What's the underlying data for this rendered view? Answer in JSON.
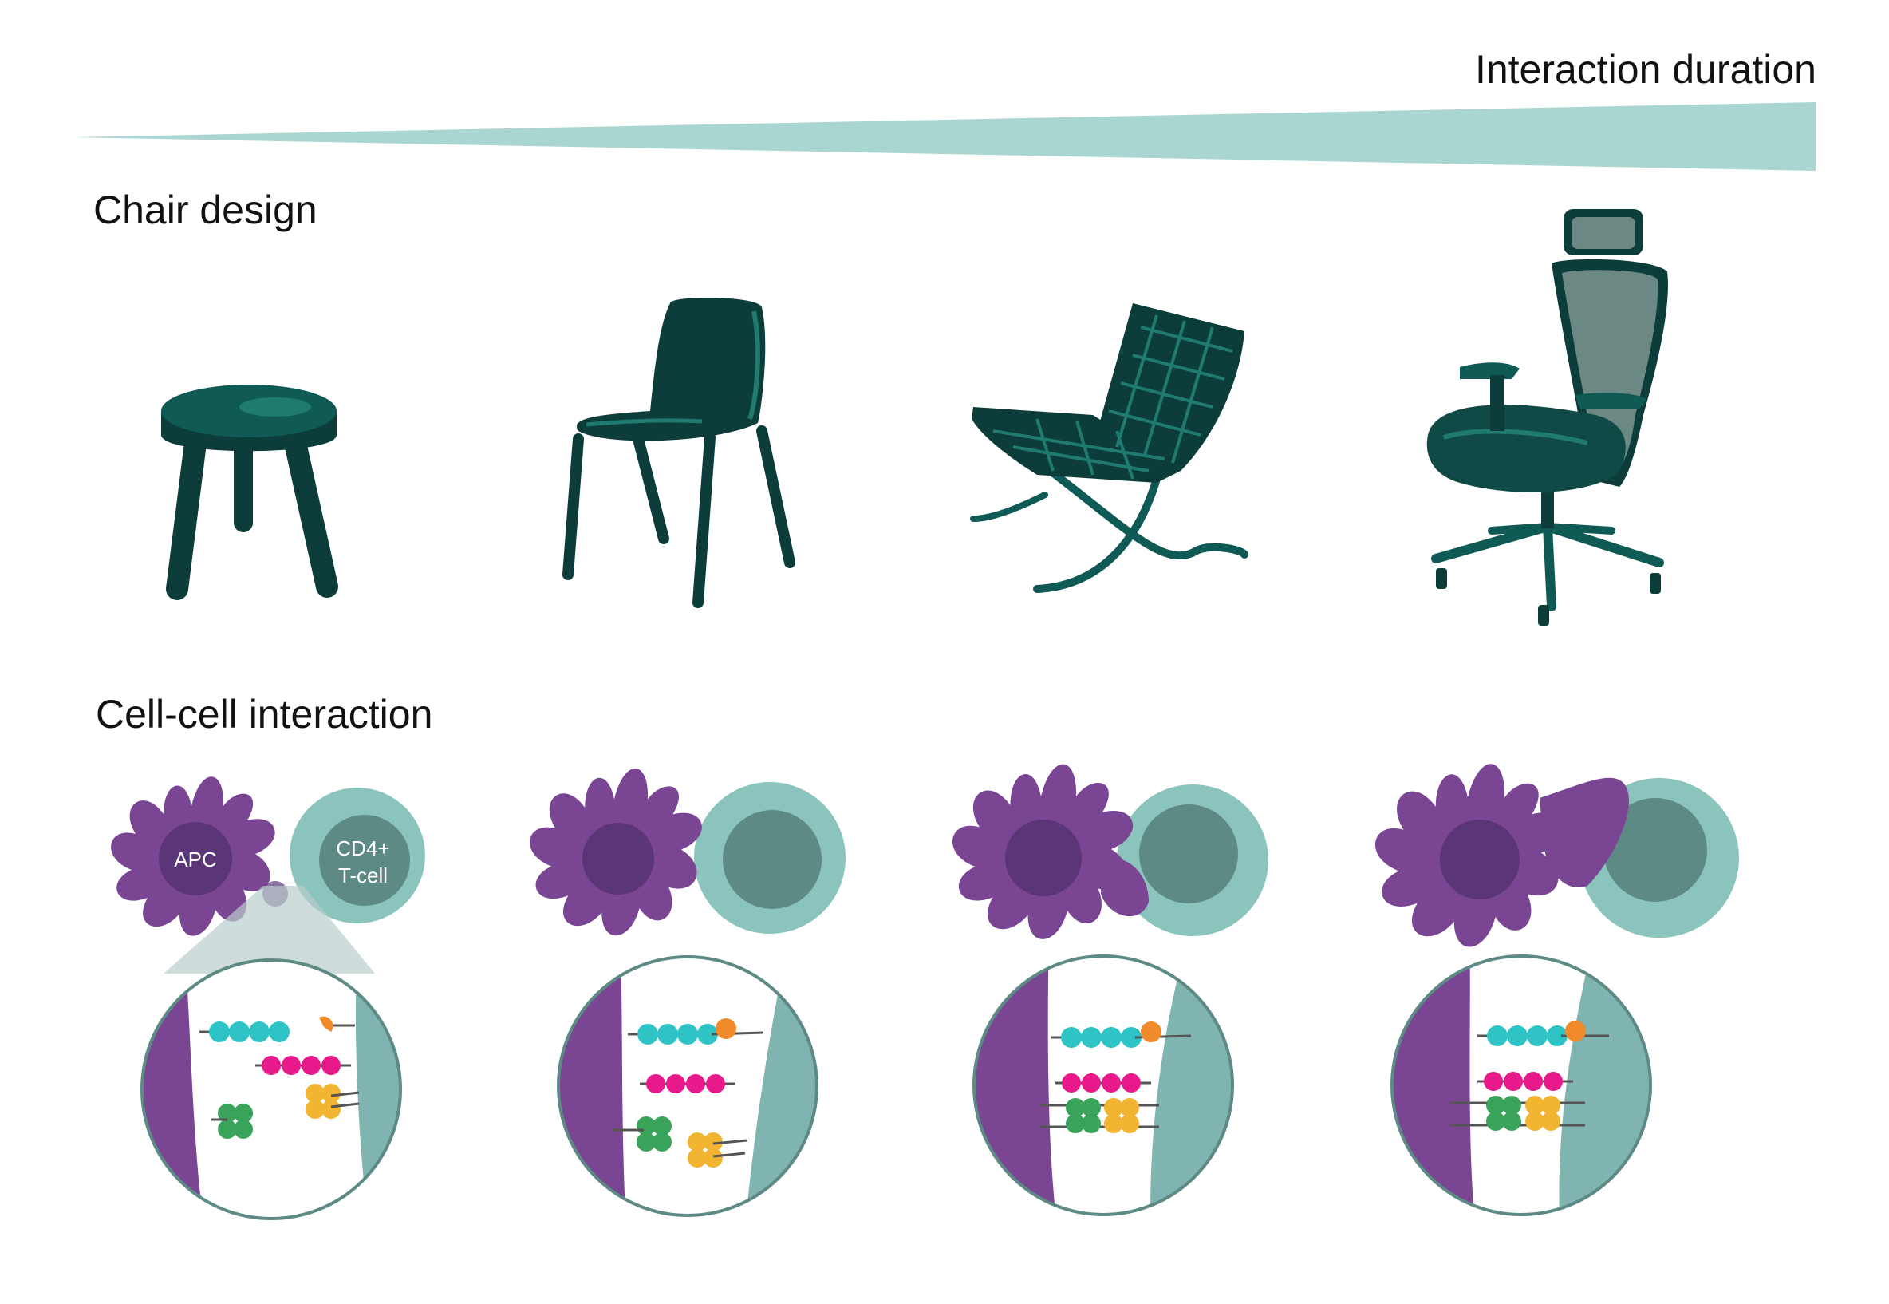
{
  "header": {
    "duration_label": "Interaction duration"
  },
  "sections": {
    "chair_design": "Chair design",
    "cell_interaction": "Cell-cell interaction"
  },
  "cell_labels": {
    "apc": "APC",
    "tcell_line1": "CD4+",
    "tcell_line2": "T-cell"
  },
  "colors": {
    "wedge": "#a9d6d0",
    "chair": "#0c3d3a",
    "chair_highlight": "#1f7a70",
    "apc": "#7a4694",
    "apc_nucleus": "#5a3577",
    "tcell": "#8ac4bd",
    "tcell_nucleus": "#5e8a86",
    "molecule_cyan": "#2ec4c6",
    "molecule_magenta": "#e8198a",
    "molecule_green": "#3aa35a",
    "molecule_yellow": "#f2b532",
    "molecule_orange": "#f08a2a"
  },
  "icons": [
    "stool-icon",
    "shell-chair-icon",
    "lounge-chair-icon",
    "office-chair-icon",
    "apc-cell-icon",
    "tcell-icon",
    "synapse-zoom-icon"
  ]
}
